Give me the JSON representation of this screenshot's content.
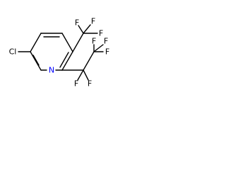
{
  "molecule": {
    "colors": {
      "bond": "#000000",
      "carbon_bonds": "#000000",
      "N": "#0000ff",
      "F": "#000000",
      "Cl": "#000000",
      "background": "#ffffff"
    },
    "atoms": {
      "cl": "Cl",
      "n": "N",
      "f_cf3_top_left": "F",
      "f_cf3_top_right": "F",
      "f_cf3_right": "F",
      "f_cf2_left": "F",
      "f_cf2_right": "F",
      "f_cf3b_top": "F",
      "f_cf3b_upper_right": "F",
      "f_cf3b_right": "F"
    }
  }
}
